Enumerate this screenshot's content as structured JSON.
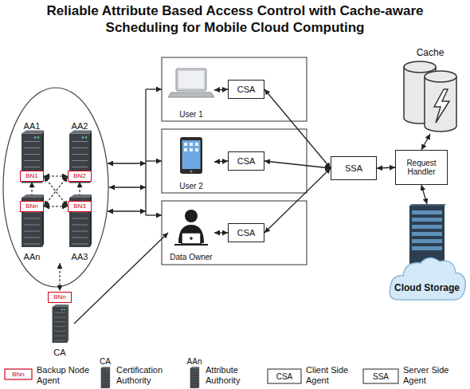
{
  "diagram": {
    "title": "Reliable Attribute Based Access Control with Cache-aware Scheduling for Mobile Cloud Computing",
    "nodes": [
      {
        "text": [
          "AA1"
        ]
      },
      {
        "text": [
          "BN1"
        ],
        "in": 0
      },
      {
        "text": [
          "AA2"
        ]
      },
      {
        "text": [
          "BN2"
        ],
        "in": 2
      },
      {
        "text": [
          "AAn"
        ]
      },
      {
        "text": [
          "BNn"
        ],
        "in": 4
      },
      {
        "text": [
          "AA3"
        ]
      },
      {
        "text": [
          "BN3"
        ],
        "in": 6
      },
      {
        "text": [
          "CA"
        ]
      },
      {
        "text": [
          "BNn"
        ],
        "in": 8
      },
      {
        "text": [
          "User 1"
        ]
      },
      {
        "text": [
          "CSA"
        ]
      },
      {
        "text": [
          "User 2"
        ]
      },
      {
        "text": [
          "CSA"
        ]
      },
      {
        "text": [
          "Data Owner"
        ]
      },
      {
        "text": [
          "CSA"
        ]
      },
      {
        "text": [
          "SSA"
        ]
      },
      {
        "text": [
          "Cache"
        ]
      },
      {
        "text": [
          "Request Handler"
        ]
      },
      {
        "text": [
          "Cloud Storage"
        ]
      }
    ],
    "edges": [
      {
        "from": 1,
        "to": 3,
        "arrow": "both"
      },
      {
        "from": 1,
        "to": 5,
        "arrow": "both"
      },
      {
        "from": 3,
        "to": 7,
        "arrow": "both"
      },
      {
        "from": 5,
        "to": 7,
        "arrow": "both"
      },
      {
        "from": 1,
        "to": 7,
        "arrow": "both"
      },
      {
        "from": 3,
        "to": 5,
        "arrow": "both"
      },
      {
        "from": 10,
        "to": 11,
        "arrow": "both"
      },
      {
        "from": 12,
        "to": 13,
        "arrow": "both"
      },
      {
        "from": 14,
        "to": 15,
        "arrow": "both"
      },
      {
        "from": 11,
        "to": 16,
        "arrow": "both"
      },
      {
        "from": 13,
        "to": 16,
        "arrow": "both"
      },
      {
        "from": 15,
        "to": 16,
        "arrow": "both"
      },
      {
        "from": 16,
        "to": 18,
        "arrow": "both"
      },
      {
        "from": 17,
        "to": 18,
        "arrow": "both"
      },
      {
        "from": 18,
        "to": 19,
        "arrow": "both"
      },
      {
        "from": 8,
        "to": 14,
        "arrow": "to"
      }
    ],
    "labels": [
      "BNn",
      "CA",
      "AAn",
      "CSA",
      "SSA"
    ],
    "legend": [
      {
        "text": "Backup Node Agent"
      },
      {
        "text": "Certification Authority"
      },
      {
        "text": "Attribute Authority"
      },
      {
        "text": "Client Side Agent"
      },
      {
        "text": "Server Side Agent"
      }
    ]
  }
}
